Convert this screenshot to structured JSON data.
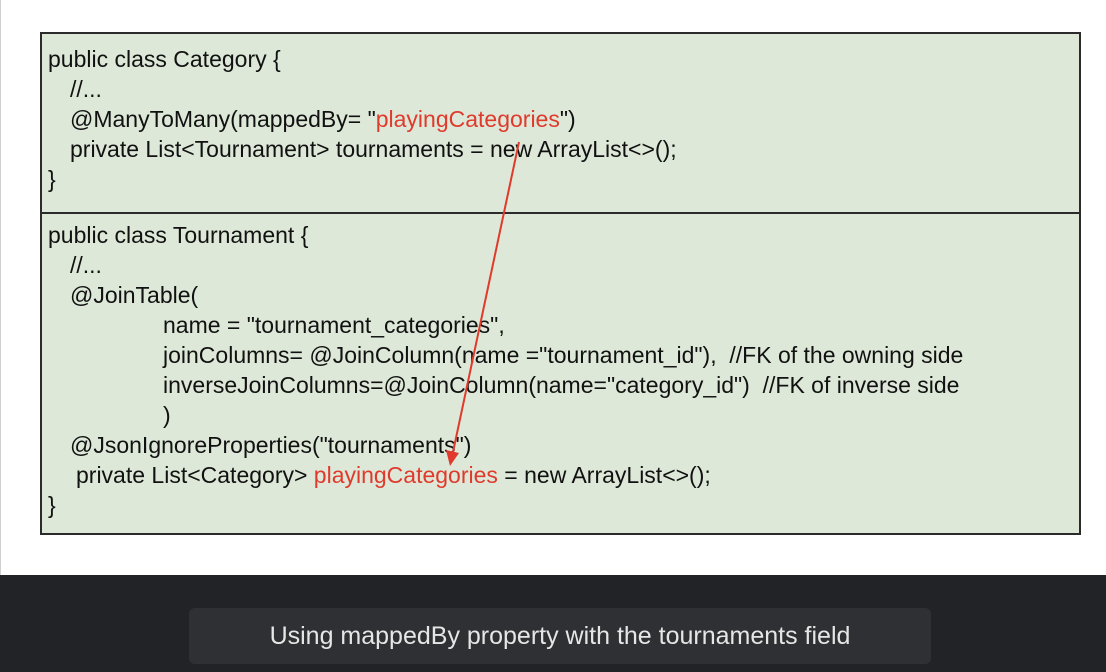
{
  "slide": {
    "category_class": {
      "lines": [
        "public class Category {",
        "//...",
        "@ManyToMany(mappedBy= \"",
        "playingCategories",
        "\")",
        "private List<Tournament> tournaments = new ArrayList<>();",
        "}"
      ]
    },
    "tournament_class": {
      "lines": [
        "public class Tournament {",
        "//...",
        "@JoinTable(",
        "name = \"tournament_categories\",",
        "joinColumns= @JoinColumn(name =\"tournament_id\"),  //FK of the owning side",
        "inverseJoinColumns=@JoinColumn(name=\"category_id\")  //FK of inverse side",
        ")",
        "@JsonIgnoreProperties(\"tournaments\")",
        "private List<Category> ",
        "playingCategories",
        " = new ArrayList<>();",
        "}"
      ]
    },
    "highlight_color": "#e03a2c",
    "box_fill_color": "#dde8d8"
  },
  "caption": {
    "text": "Using mappedBy property with the tournaments field"
  }
}
